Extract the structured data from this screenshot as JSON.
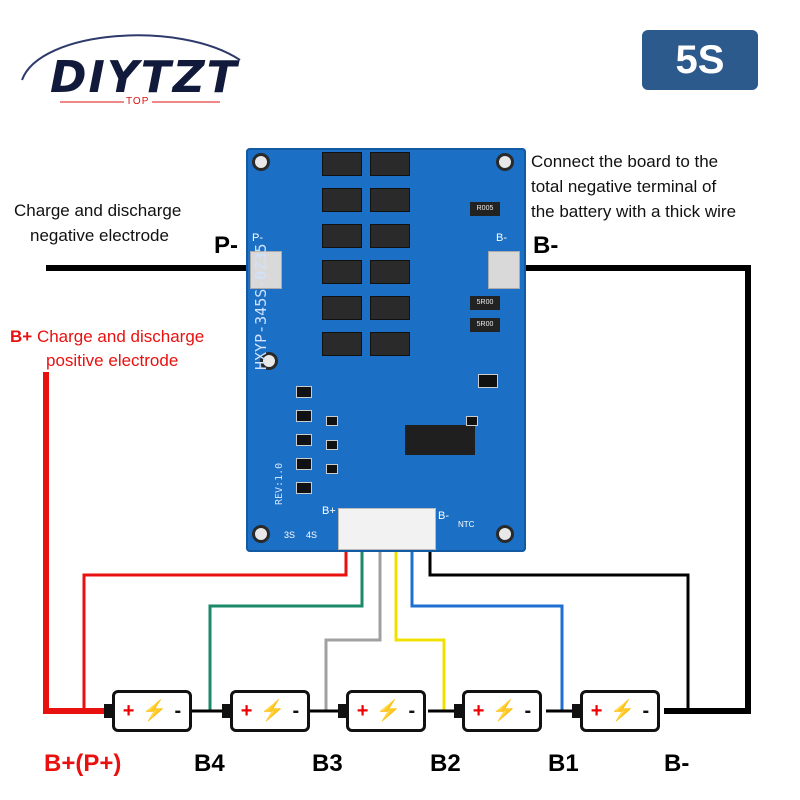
{
  "brand": {
    "name": "DIYTZT",
    "tagline": "TOP"
  },
  "badge": "5S",
  "board": {
    "silkscreen": "HXYP-345S-0Z35",
    "revision": "REV:1.0",
    "pad_left": "P-",
    "pad_right": "B-",
    "resistor_1": "R005",
    "resistor_2": "5R00",
    "resistor_3": "5R00",
    "b_plus_mark": "B+",
    "b_minus_mark": "B-",
    "ntc_mark": "NTC",
    "s3_mark": "3S",
    "s4_mark": "4S"
  },
  "annotations": {
    "right_text_1": "Connect the board to the",
    "right_text_2": "total negative terminal of",
    "right_text_3": "the battery with a thick wire",
    "left_text_1": "Charge and discharge",
    "left_text_2": "negative electrode",
    "red_prefix": "B+",
    "red_text_1": "Charge and discharge",
    "red_text_2": "positive electrode",
    "p_minus": "P-",
    "b_minus_top": "B-"
  },
  "battery": {
    "plus": "+",
    "minus": "-",
    "bolt": "⚡"
  },
  "bottom_labels": [
    "B+(P+)",
    "B4",
    "B3",
    "B2",
    "B1",
    "B-"
  ],
  "colors": {
    "red": "#e8110f",
    "green": "#1a8a6a",
    "gray": "#a0a0a0",
    "yellow": "#f0e000",
    "blue": "#1f6fd1",
    "black": "#000000",
    "board": "#1b6fc4"
  }
}
